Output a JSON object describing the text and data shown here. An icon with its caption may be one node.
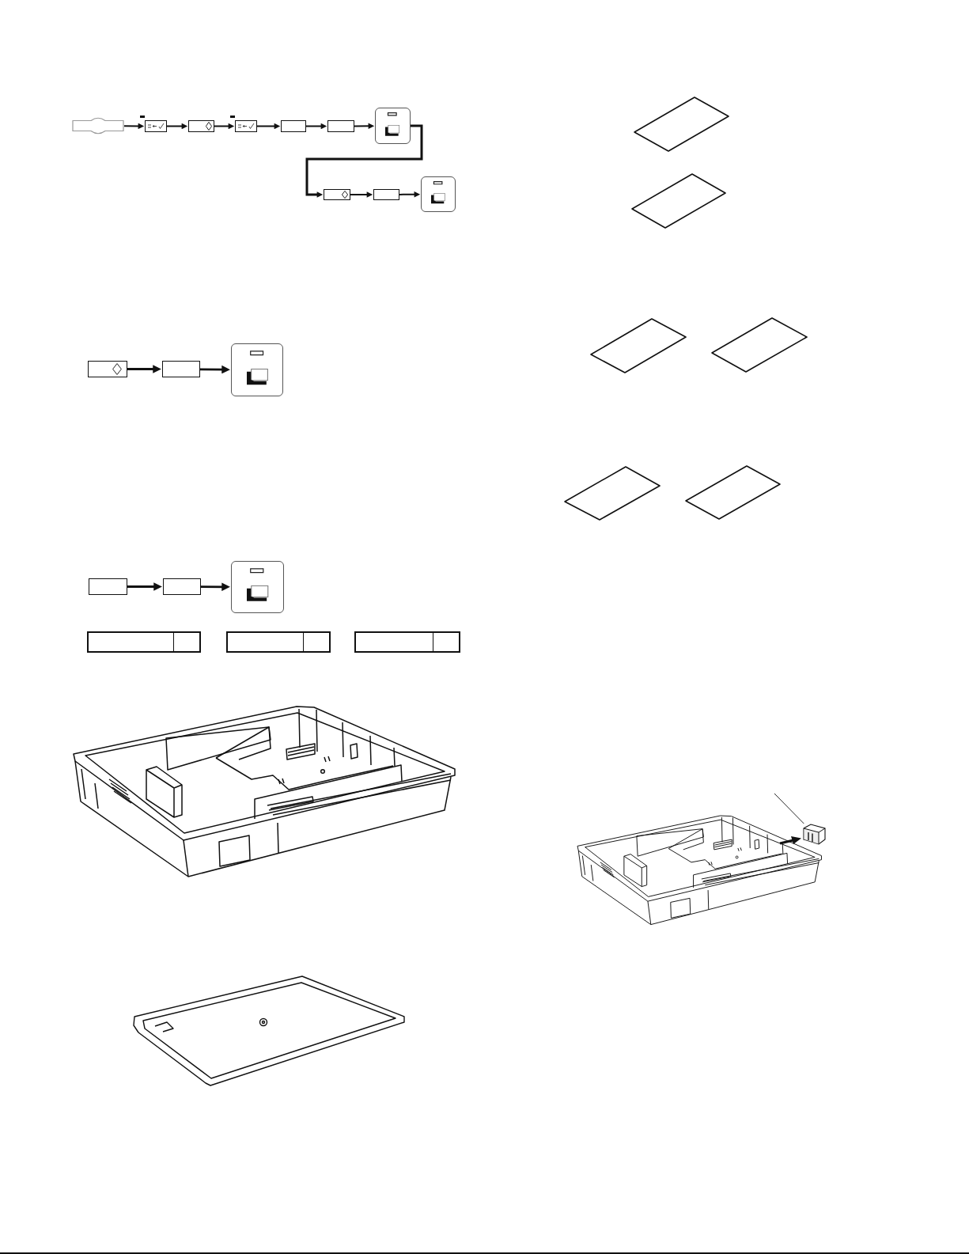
{
  "diagram": {
    "nodes": [
      {
        "text": [],
        "shape": "key"
      },
      {
        "text": [],
        "shape": "box"
      },
      {
        "text": [],
        "shape": "box"
      },
      {
        "text": [],
        "shape": "box"
      },
      {
        "text": [],
        "shape": "box"
      },
      {
        "text": [],
        "shape": "box"
      },
      {
        "text": [],
        "shape": "panel"
      },
      {
        "text": [],
        "shape": "box"
      },
      {
        "text": [],
        "shape": "box"
      },
      {
        "text": [],
        "shape": "panel"
      },
      {
        "text": [],
        "shape": "box"
      },
      {
        "text": [],
        "shape": "box"
      },
      {
        "text": [],
        "shape": "panel"
      },
      {
        "text": [],
        "shape": "box"
      },
      {
        "text": [],
        "shape": "box"
      },
      {
        "text": [],
        "shape": "panel"
      },
      {
        "text": [],
        "shape": "box"
      },
      {
        "text": [],
        "shape": "box"
      },
      {
        "text": [],
        "shape": "box"
      },
      {
        "text": [],
        "shape": "picture"
      }
    ],
    "edges": [
      {
        "from": 0,
        "to": 1,
        "arrow": "to"
      },
      {
        "from": 1,
        "to": 2,
        "arrow": "to"
      },
      {
        "from": 2,
        "to": 3,
        "arrow": "to"
      },
      {
        "from": 3,
        "to": 4,
        "arrow": "to"
      },
      {
        "from": 4,
        "to": 5,
        "arrow": "to"
      },
      {
        "from": 5,
        "to": 6,
        "arrow": "to"
      },
      {
        "from": 6,
        "to": 7,
        "arrow": "to"
      },
      {
        "from": 7,
        "to": 8,
        "arrow": "to"
      },
      {
        "from": 8,
        "to": 9,
        "arrow": "to"
      },
      {
        "from": 10,
        "to": 11,
        "arrow": "to"
      },
      {
        "from": 11,
        "to": 12,
        "arrow": "to"
      },
      {
        "from": 13,
        "to": 14,
        "arrow": "to"
      },
      {
        "from": 14,
        "to": 15,
        "arrow": "to"
      },
      {
        "from": null,
        "to": 19,
        "arrow": "none"
      }
    ]
  }
}
